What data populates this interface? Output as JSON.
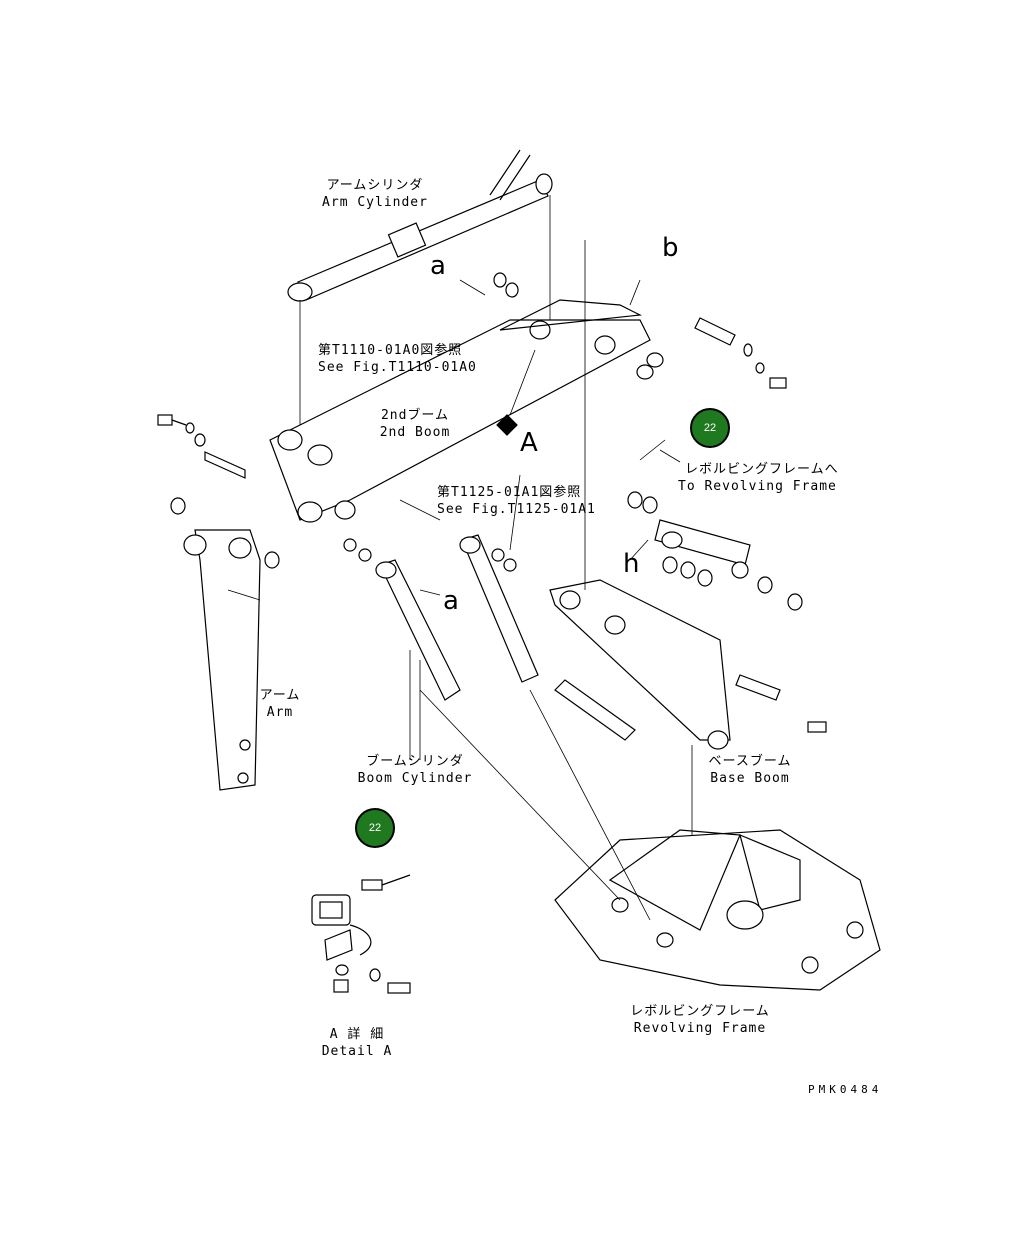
{
  "labels": {
    "arm_cylinder_jp": "アームシリンダ",
    "arm_cylinder_en": "Arm Cylinder",
    "see_fig_1110_jp": "第T1110-01A0図参照",
    "see_fig_1110_en": "See Fig.T1110-01A0",
    "second_boom_jp": "2ndブーム",
    "second_boom_en": "2nd Boom",
    "see_fig_1125_jp": "第T1125-01A1図参照",
    "see_fig_1125_en": "See Fig.T1125-01A1",
    "to_rev_frame_jp": "レボルビングフレームへ",
    "to_rev_frame_en": "To Revolving Frame",
    "arm_jp": "アーム",
    "arm_en": "Arm",
    "boom_cylinder_jp": "ブームシリンダ",
    "boom_cylinder_en": "Boom Cylinder",
    "base_boom_jp": "ベースブーム",
    "base_boom_en": "Base Boom",
    "detail_a_jp": "A 詳 細",
    "detail_a_en": "Detail A",
    "rev_frame_jp": "レボルビングフレーム",
    "rev_frame_en": "Revolving Frame",
    "drawing_code": "PMK0484"
  },
  "letters": {
    "a_top": "a",
    "b_top": "b",
    "A_view": "A",
    "a_mid": "a",
    "h": "h"
  },
  "badges": [
    {
      "label": "22"
    },
    {
      "label": "22"
    }
  ],
  "colors": {
    "badge_fill": "#1f7a1f",
    "line": "#000000"
  }
}
